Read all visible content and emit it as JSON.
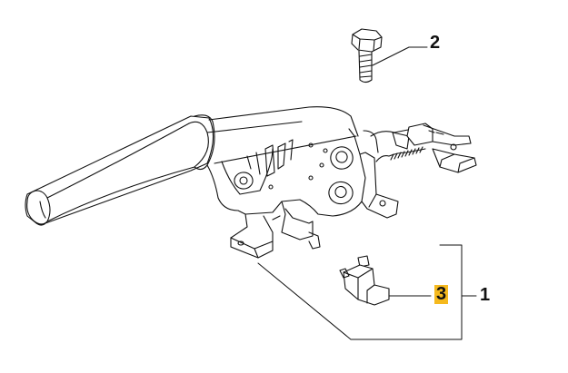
{
  "diagram": {
    "callouts": [
      {
        "id": "1",
        "label": "1",
        "part": "handbrake-lever-assembly"
      },
      {
        "id": "2",
        "label": "2",
        "part": "bolt"
      },
      {
        "id": "3",
        "label": "3",
        "part": "switch",
        "highlighted": true
      }
    ],
    "colors": {
      "line": "#111111",
      "highlight": "#f5b91e",
      "background": "#ffffff"
    }
  }
}
